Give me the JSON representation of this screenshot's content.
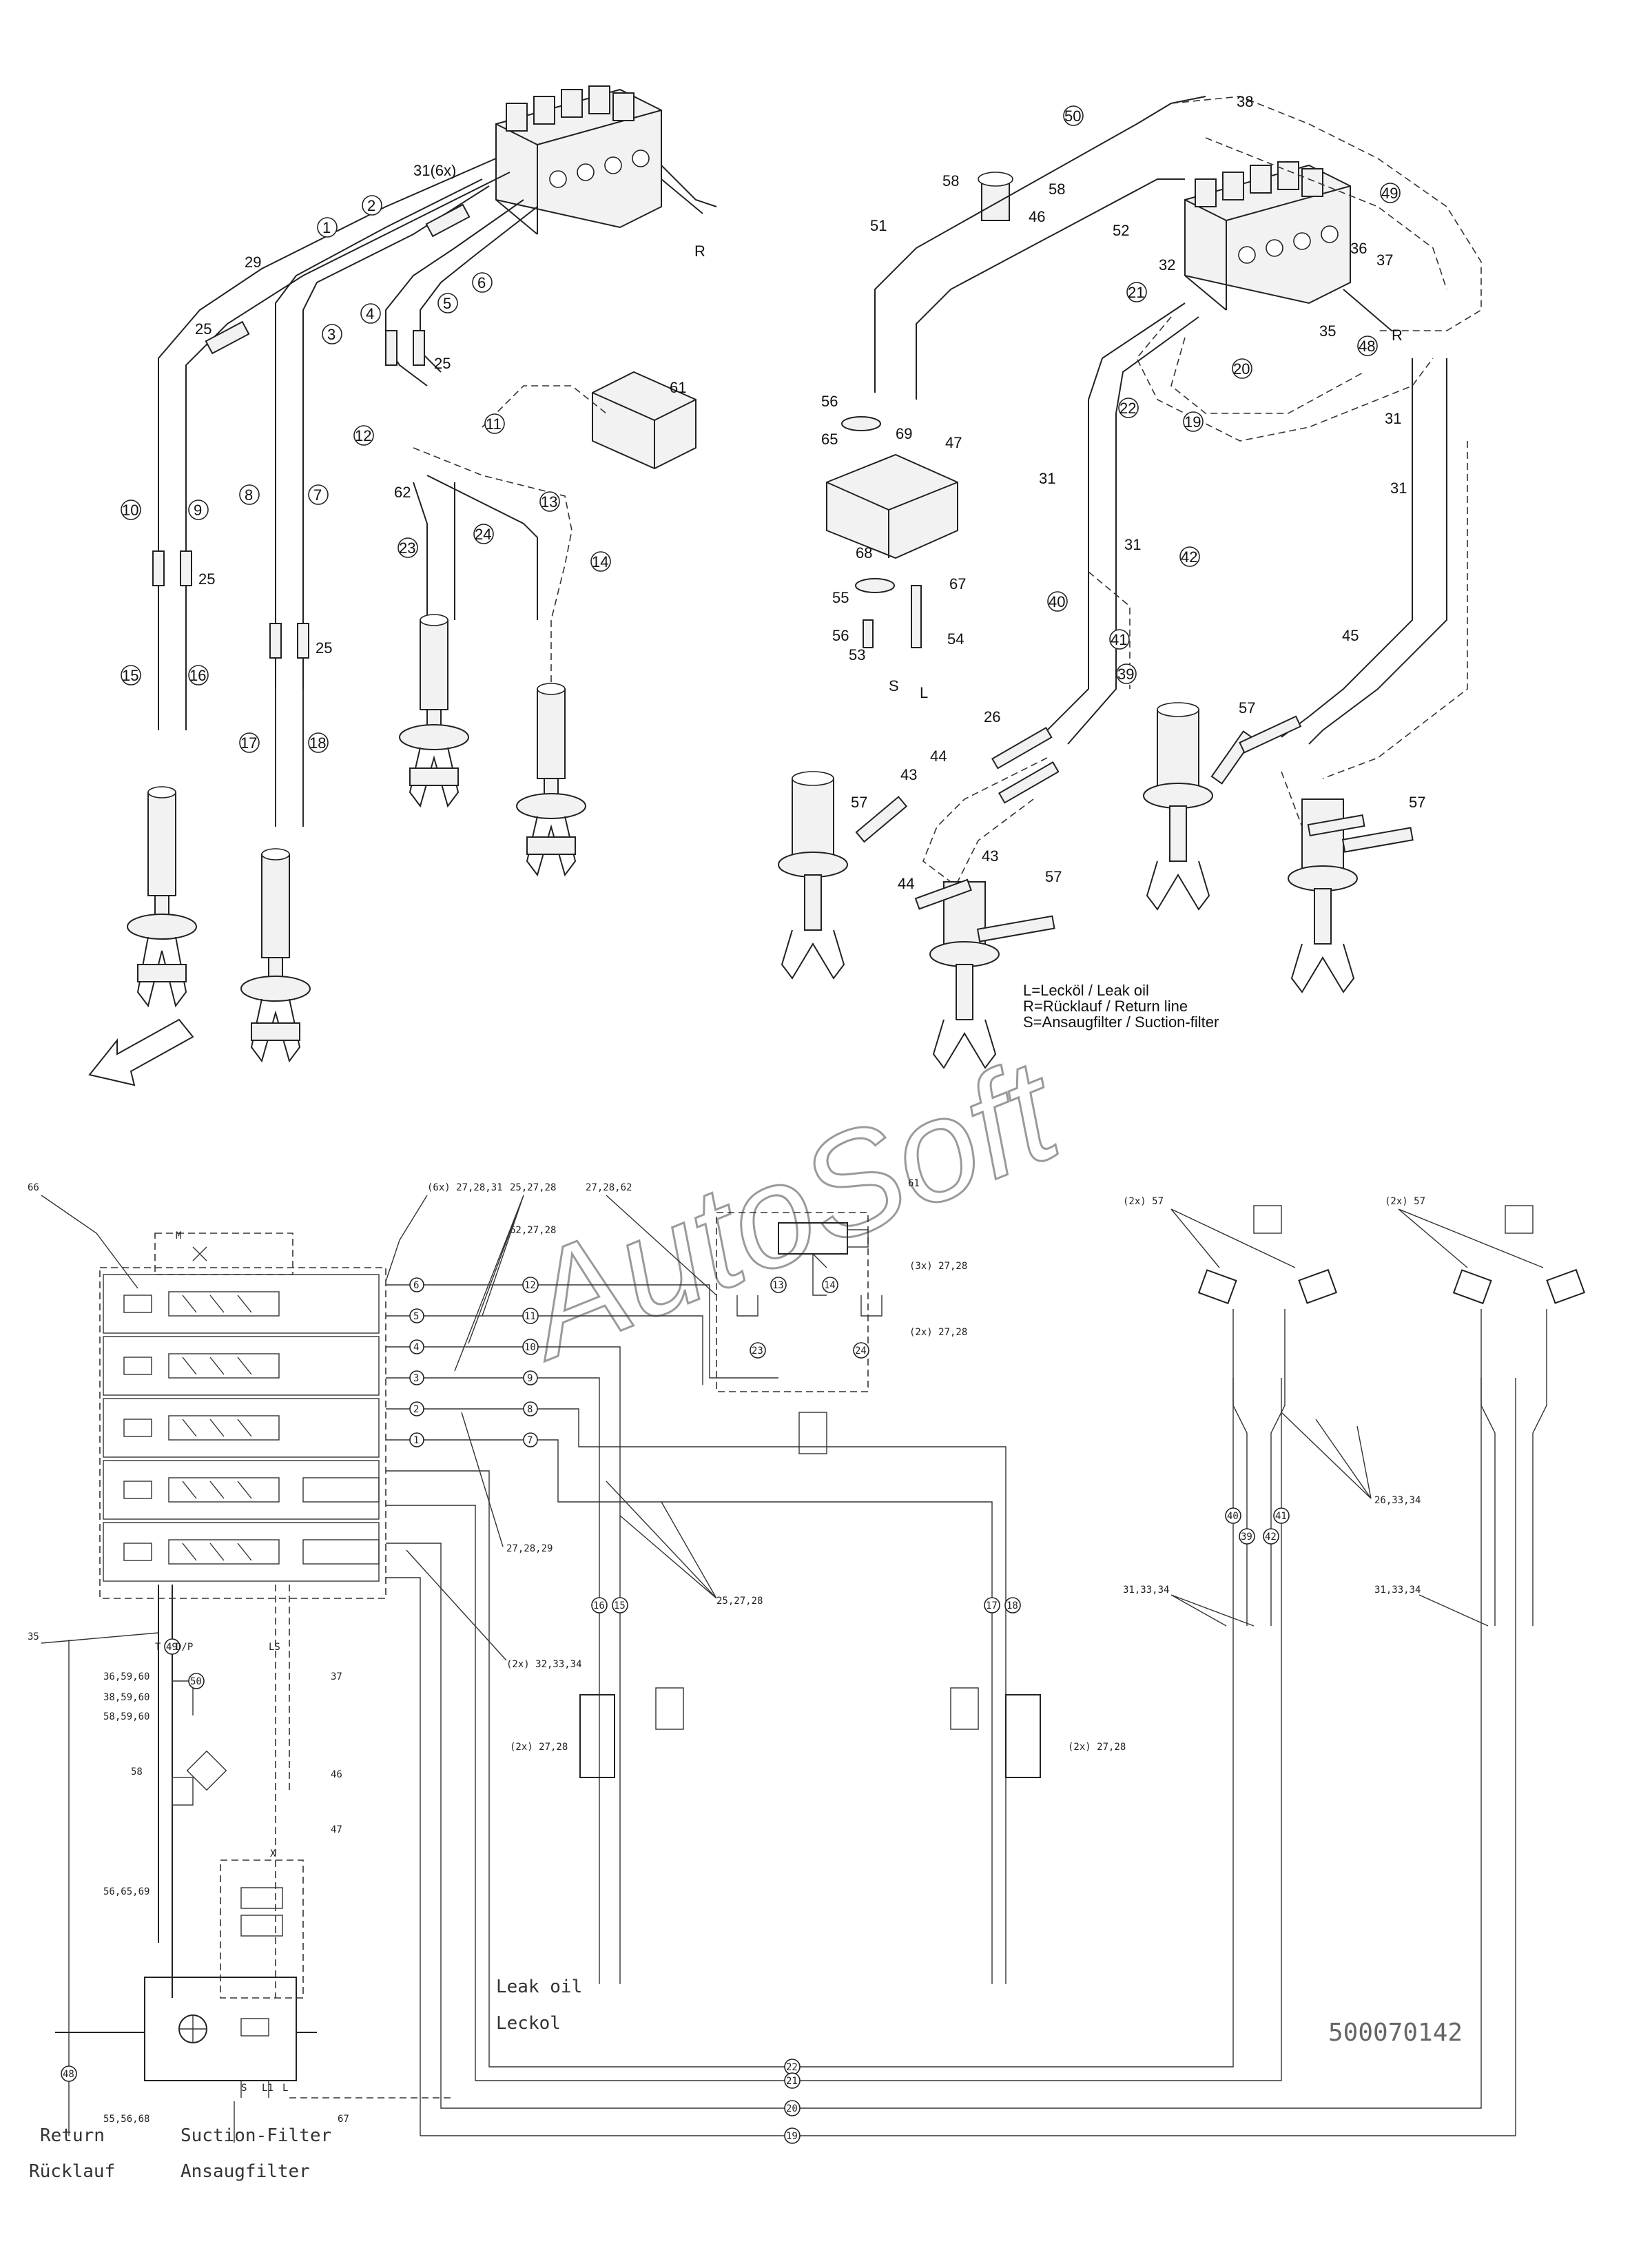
{
  "legend": {
    "leak": "L=Lecköl / Leak oil",
    "return": "R=Rücklauf / Return line",
    "suction": "S=Ansaugfilter / Suction-filter"
  },
  "document_number": "500070142",
  "watermark": "AutoSoft",
  "bottom_labels": {
    "leak_en": "Leak oil",
    "leak_de": "Leckol",
    "return_en": "Return",
    "return_de": "Rücklauf",
    "suction_en": "Suction-Filter",
    "suction_de": "Ansaugfilter"
  },
  "port_letters": {
    "R1": "R",
    "R2": "R",
    "S": "S",
    "L": "L"
  },
  "callouts_iso_left": {
    "c1": "1",
    "c2": "2",
    "c31": "31(6x)",
    "c29": "29",
    "c25a": "25",
    "c4": "4",
    "c3": "3",
    "c6": "6",
    "c5": "5",
    "c25b": "25",
    "c61": "61",
    "c12": "12",
    "c11": "11",
    "c10": "10",
    "c9": "9",
    "c8": "8",
    "c7": "7",
    "c62": "62",
    "c13": "13",
    "c23": "23",
    "c24": "24",
    "c14": "14",
    "c25c": "25",
    "c25d": "25",
    "c15": "15",
    "c16": "16",
    "c17": "17",
    "c18": "18"
  },
  "callouts_iso_right": {
    "c50": "50",
    "c38": "38",
    "c58a": "58",
    "c58b": "58",
    "c46": "46",
    "c49": "49",
    "c51": "51",
    "c52": "52",
    "c32": "32",
    "c36": "36",
    "c37": "37",
    "c21": "21",
    "c35": "35",
    "c48": "48",
    "c20": "20",
    "c56a": "56",
    "c69": "69",
    "c47": "47",
    "c65": "65",
    "c22": "22",
    "c19": "19",
    "c31a": "31",
    "c31b": "31",
    "c31c": "31",
    "c31d": "31",
    "c68": "68",
    "c55": "55",
    "c67": "67",
    "c40": "40",
    "c42": "42",
    "c56b": "56",
    "c54": "54",
    "c53": "53",
    "c41": "41",
    "c39": "39",
    "c45": "45",
    "c26": "26",
    "c57a": "57",
    "c44a": "44",
    "c43a": "43",
    "c57b": "57",
    "c43b": "43",
    "c44b": "44",
    "c57c": "57",
    "c57d": "57"
  },
  "schematic_refs": {
    "r66": "66",
    "r6x": "(6x) 27,28,31",
    "r25": "25,27,28",
    "r2728": "27,28,62",
    "r62": "62,27,28",
    "r61": "61",
    "r3x": "(3x) 27,28",
    "r2x": "(2x) 27,28",
    "r272829": "27,28,29",
    "r252728": "25,27,28",
    "r2x32": "(2x) 32,33,34",
    "r35": "35",
    "r36": "36,59,60",
    "r37": "37",
    "r38": "38,59,60",
    "r58a": "58,59,60",
    "r58b": "58",
    "r46": "46",
    "r47": "47",
    "r56": "56,65,69",
    "r55": "55,56,68",
    "r67": "67",
    "r2x2728a": "(2x) 27,28",
    "r2x2728b": "(2x) 27,28",
    "r2x57a": "(2x) 57",
    "r2x57b": "(2x) 57",
    "r263334": "26,33,34",
    "r313334a": "31,33,34",
    "r313334b": "31,33,34",
    "pT": "T",
    "pDP": "D/P",
    "pLS": "LS",
    "pM": "M",
    "pS": "S",
    "pL1": "L1",
    "pL": "L",
    "pX": "X"
  },
  "schematic_line_numbers": [
    "6",
    "5",
    "4",
    "3",
    "2",
    "1",
    "12",
    "11",
    "10",
    "9",
    "8",
    "7",
    "13",
    "14",
    "23",
    "24",
    "16",
    "15",
    "17",
    "18",
    "49",
    "50",
    "22",
    "21",
    "20",
    "19",
    "48",
    "39",
    "40",
    "41",
    "42"
  ]
}
